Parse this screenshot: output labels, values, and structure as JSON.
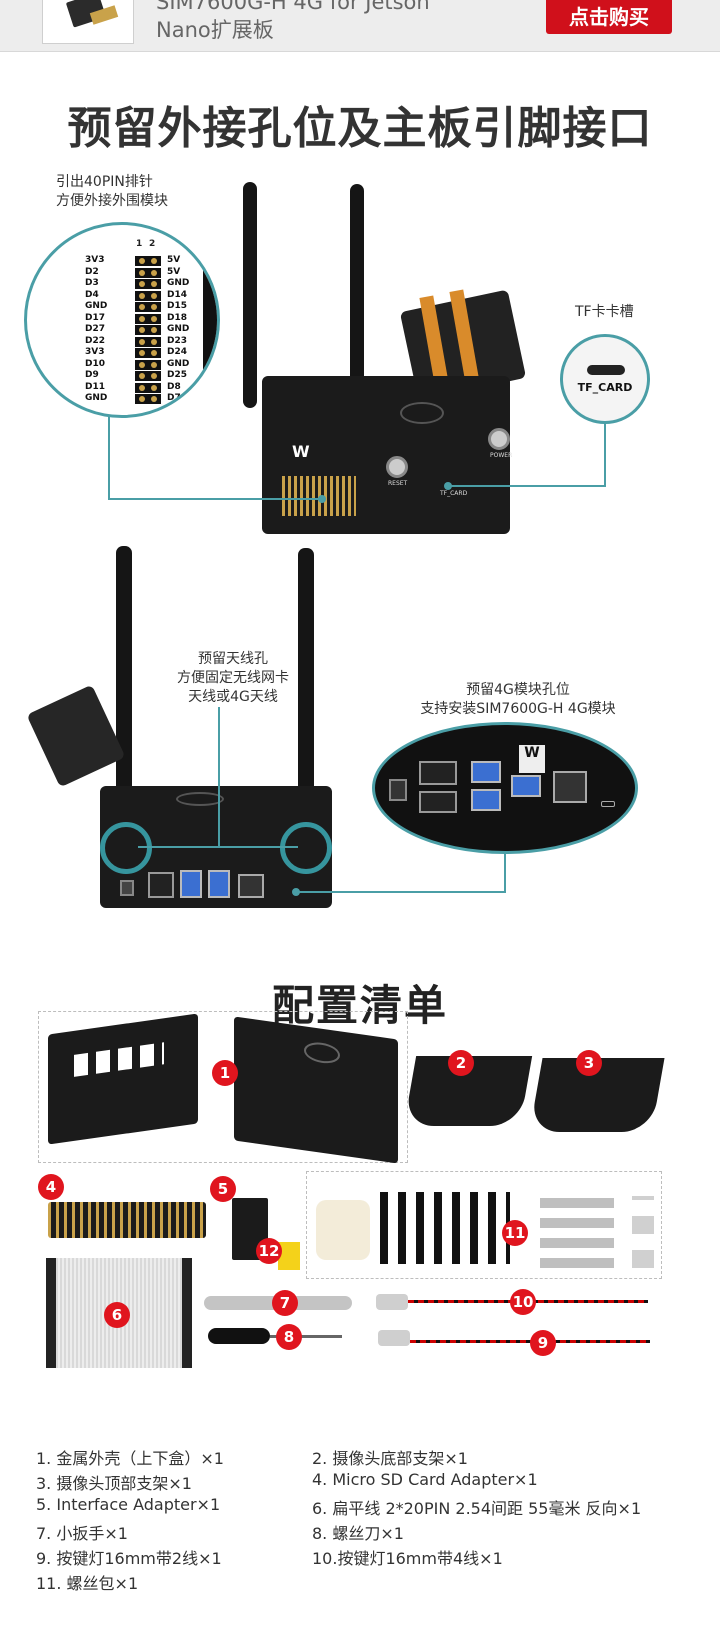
{
  "header": {
    "product_title_line1": "SIM7600G-H 4G for Jetson",
    "product_title_line2": "Nano扩展板",
    "buy_label": "点击购买"
  },
  "section1": {
    "title": "预留外接孔位及主板引脚接口",
    "gpio_note_line1": "引出40PIN排针",
    "gpio_note_line2": "方便外接外围模块",
    "tf_note": "TF卡卡槽",
    "tf_label": "TF_CARD",
    "header_numbers": [
      "1",
      "2"
    ],
    "brand": "Waveshare",
    "reset_label": "RESET",
    "power_label": "POWER",
    "tf_small_label": "TF_CARD",
    "pins": [
      {
        "left": "3V3",
        "right": "5V"
      },
      {
        "left": "D2",
        "right": "5V"
      },
      {
        "left": "D3",
        "right": "GND"
      },
      {
        "left": "D4",
        "right": "D14"
      },
      {
        "left": "GND",
        "right": "D15"
      },
      {
        "left": "D17",
        "right": "D18"
      },
      {
        "left": "D27",
        "right": "GND"
      },
      {
        "left": "D22",
        "right": "D23"
      },
      {
        "left": "3V3",
        "right": "D24"
      },
      {
        "left": "D10",
        "right": "GND"
      },
      {
        "left": "D9",
        "right": "D25"
      },
      {
        "left": "D11",
        "right": "D8"
      },
      {
        "left": "GND",
        "right": "D7"
      }
    ]
  },
  "section2": {
    "antenna_note_line1": "预留天线孔",
    "antenna_note_line2": "方便固定无线网卡",
    "antenna_note_line3": "天线或4G天线",
    "module_note_line1": "预留4G模块孔位",
    "module_note_line2": "支持安装SIM7600G-H 4G模块"
  },
  "section3": {
    "title": "配置清单",
    "badges": [
      "1",
      "2",
      "3",
      "4",
      "5",
      "6",
      "7",
      "8",
      "9",
      "10",
      "11",
      "12"
    ],
    "items": [
      "1. 金属外壳（上下盒）×1",
      "2. 摄像头底部支架×1",
      "3. 摄像头顶部支架×1",
      "4. Micro SD Card Adapter×1",
      "5. Interface Adapter×1",
      "6. 扁平线 2*20PIN 2.54间距 55毫米 反向×1",
      "7. 小扳手×1",
      "8. 螺丝刀×1",
      "9. 按键灯16mm带2线×1",
      "10.按键灯16mm带4线×1",
      "11. 螺丝包×1"
    ]
  },
  "colors": {
    "accent": "#4a9ea6",
    "buy": "#d0101b",
    "badge": "#e0151e"
  }
}
